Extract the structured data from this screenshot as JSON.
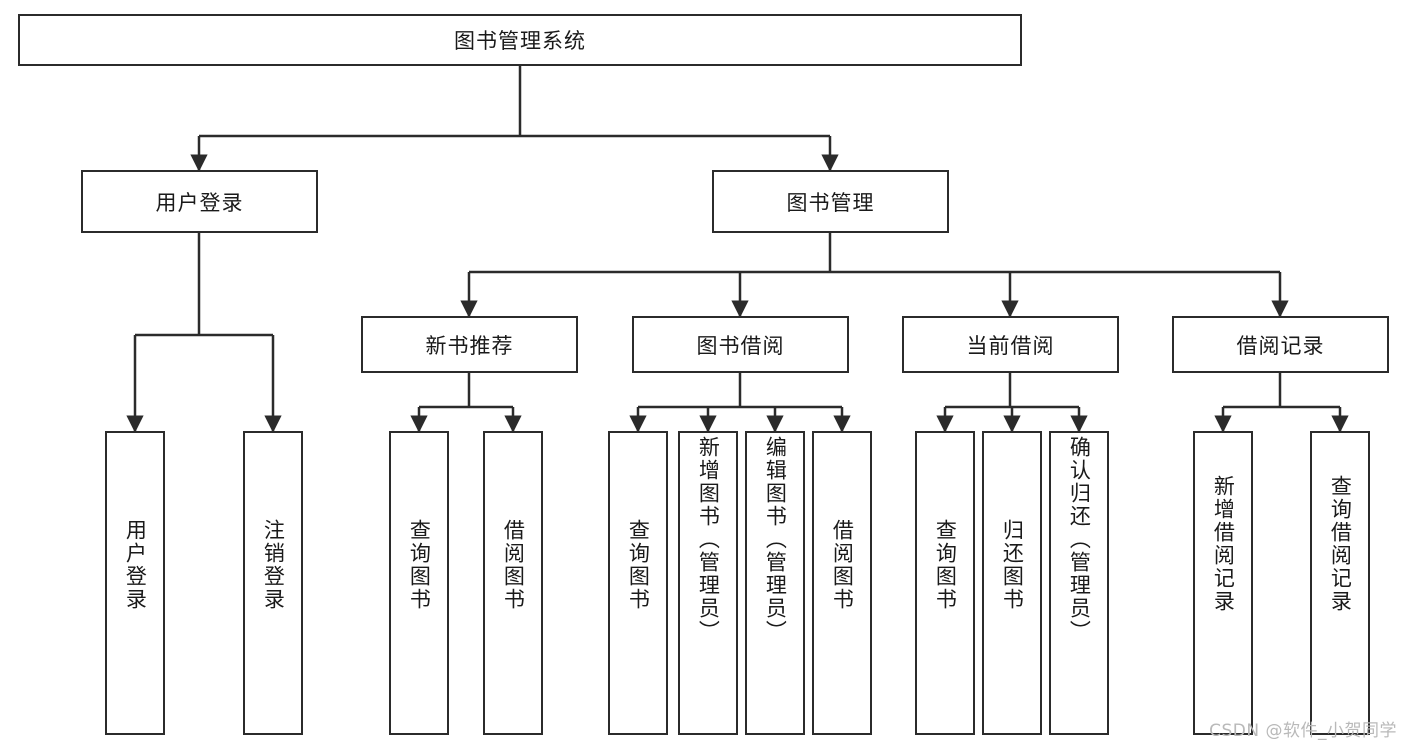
{
  "diagram": {
    "title": "图书管理系统",
    "type": "tree",
    "watermark": "CSDN @软件_小贺同学",
    "colors": {
      "box_border": "#2b2b2b",
      "box_fill": "#ffffff",
      "connector": "#2b2b2b",
      "text": "#1a1a1a",
      "watermark": "#b9b9b9",
      "background": "#ffffff"
    },
    "levels": {
      "root": {
        "label": "图书管理系统",
        "orientation": "horizontal"
      },
      "level2": [
        {
          "label": "用户登录",
          "orientation": "horizontal"
        },
        {
          "label": "图书管理",
          "orientation": "horizontal"
        }
      ],
      "level3": [
        {
          "label": "新书推荐",
          "orientation": "horizontal"
        },
        {
          "label": "图书借阅",
          "orientation": "horizontal"
        },
        {
          "label": "当前借阅",
          "orientation": "horizontal"
        },
        {
          "label": "借阅记录",
          "orientation": "horizontal"
        }
      ],
      "leaves": [
        {
          "label": "用户登录",
          "orientation": "vertical",
          "parent": "用户登录"
        },
        {
          "label": "注销登录",
          "orientation": "vertical",
          "parent": "用户登录"
        },
        {
          "label": "查询图书",
          "orientation": "vertical",
          "parent": "新书推荐"
        },
        {
          "label": "借阅图书",
          "orientation": "vertical",
          "parent": "新书推荐"
        },
        {
          "label": "查询图书",
          "orientation": "vertical",
          "parent": "图书借阅"
        },
        {
          "label": "新增图书（管理员）",
          "orientation": "vertical",
          "parent": "图书借阅"
        },
        {
          "label": "编辑图书（管理员）",
          "orientation": "vertical",
          "parent": "图书借阅"
        },
        {
          "label": "借阅图书",
          "orientation": "vertical",
          "parent": "图书借阅"
        },
        {
          "label": "查询图书",
          "orientation": "vertical",
          "parent": "当前借阅"
        },
        {
          "label": "归还图书",
          "orientation": "vertical",
          "parent": "当前借阅"
        },
        {
          "label": "确认归还（管理员）",
          "orientation": "vertical",
          "parent": "当前借阅"
        },
        {
          "label": "新增借阅记录",
          "orientation": "vertical",
          "parent": "借阅记录"
        },
        {
          "label": "查询借阅记录",
          "orientation": "vertical",
          "parent": "借阅记录"
        }
      ]
    }
  }
}
